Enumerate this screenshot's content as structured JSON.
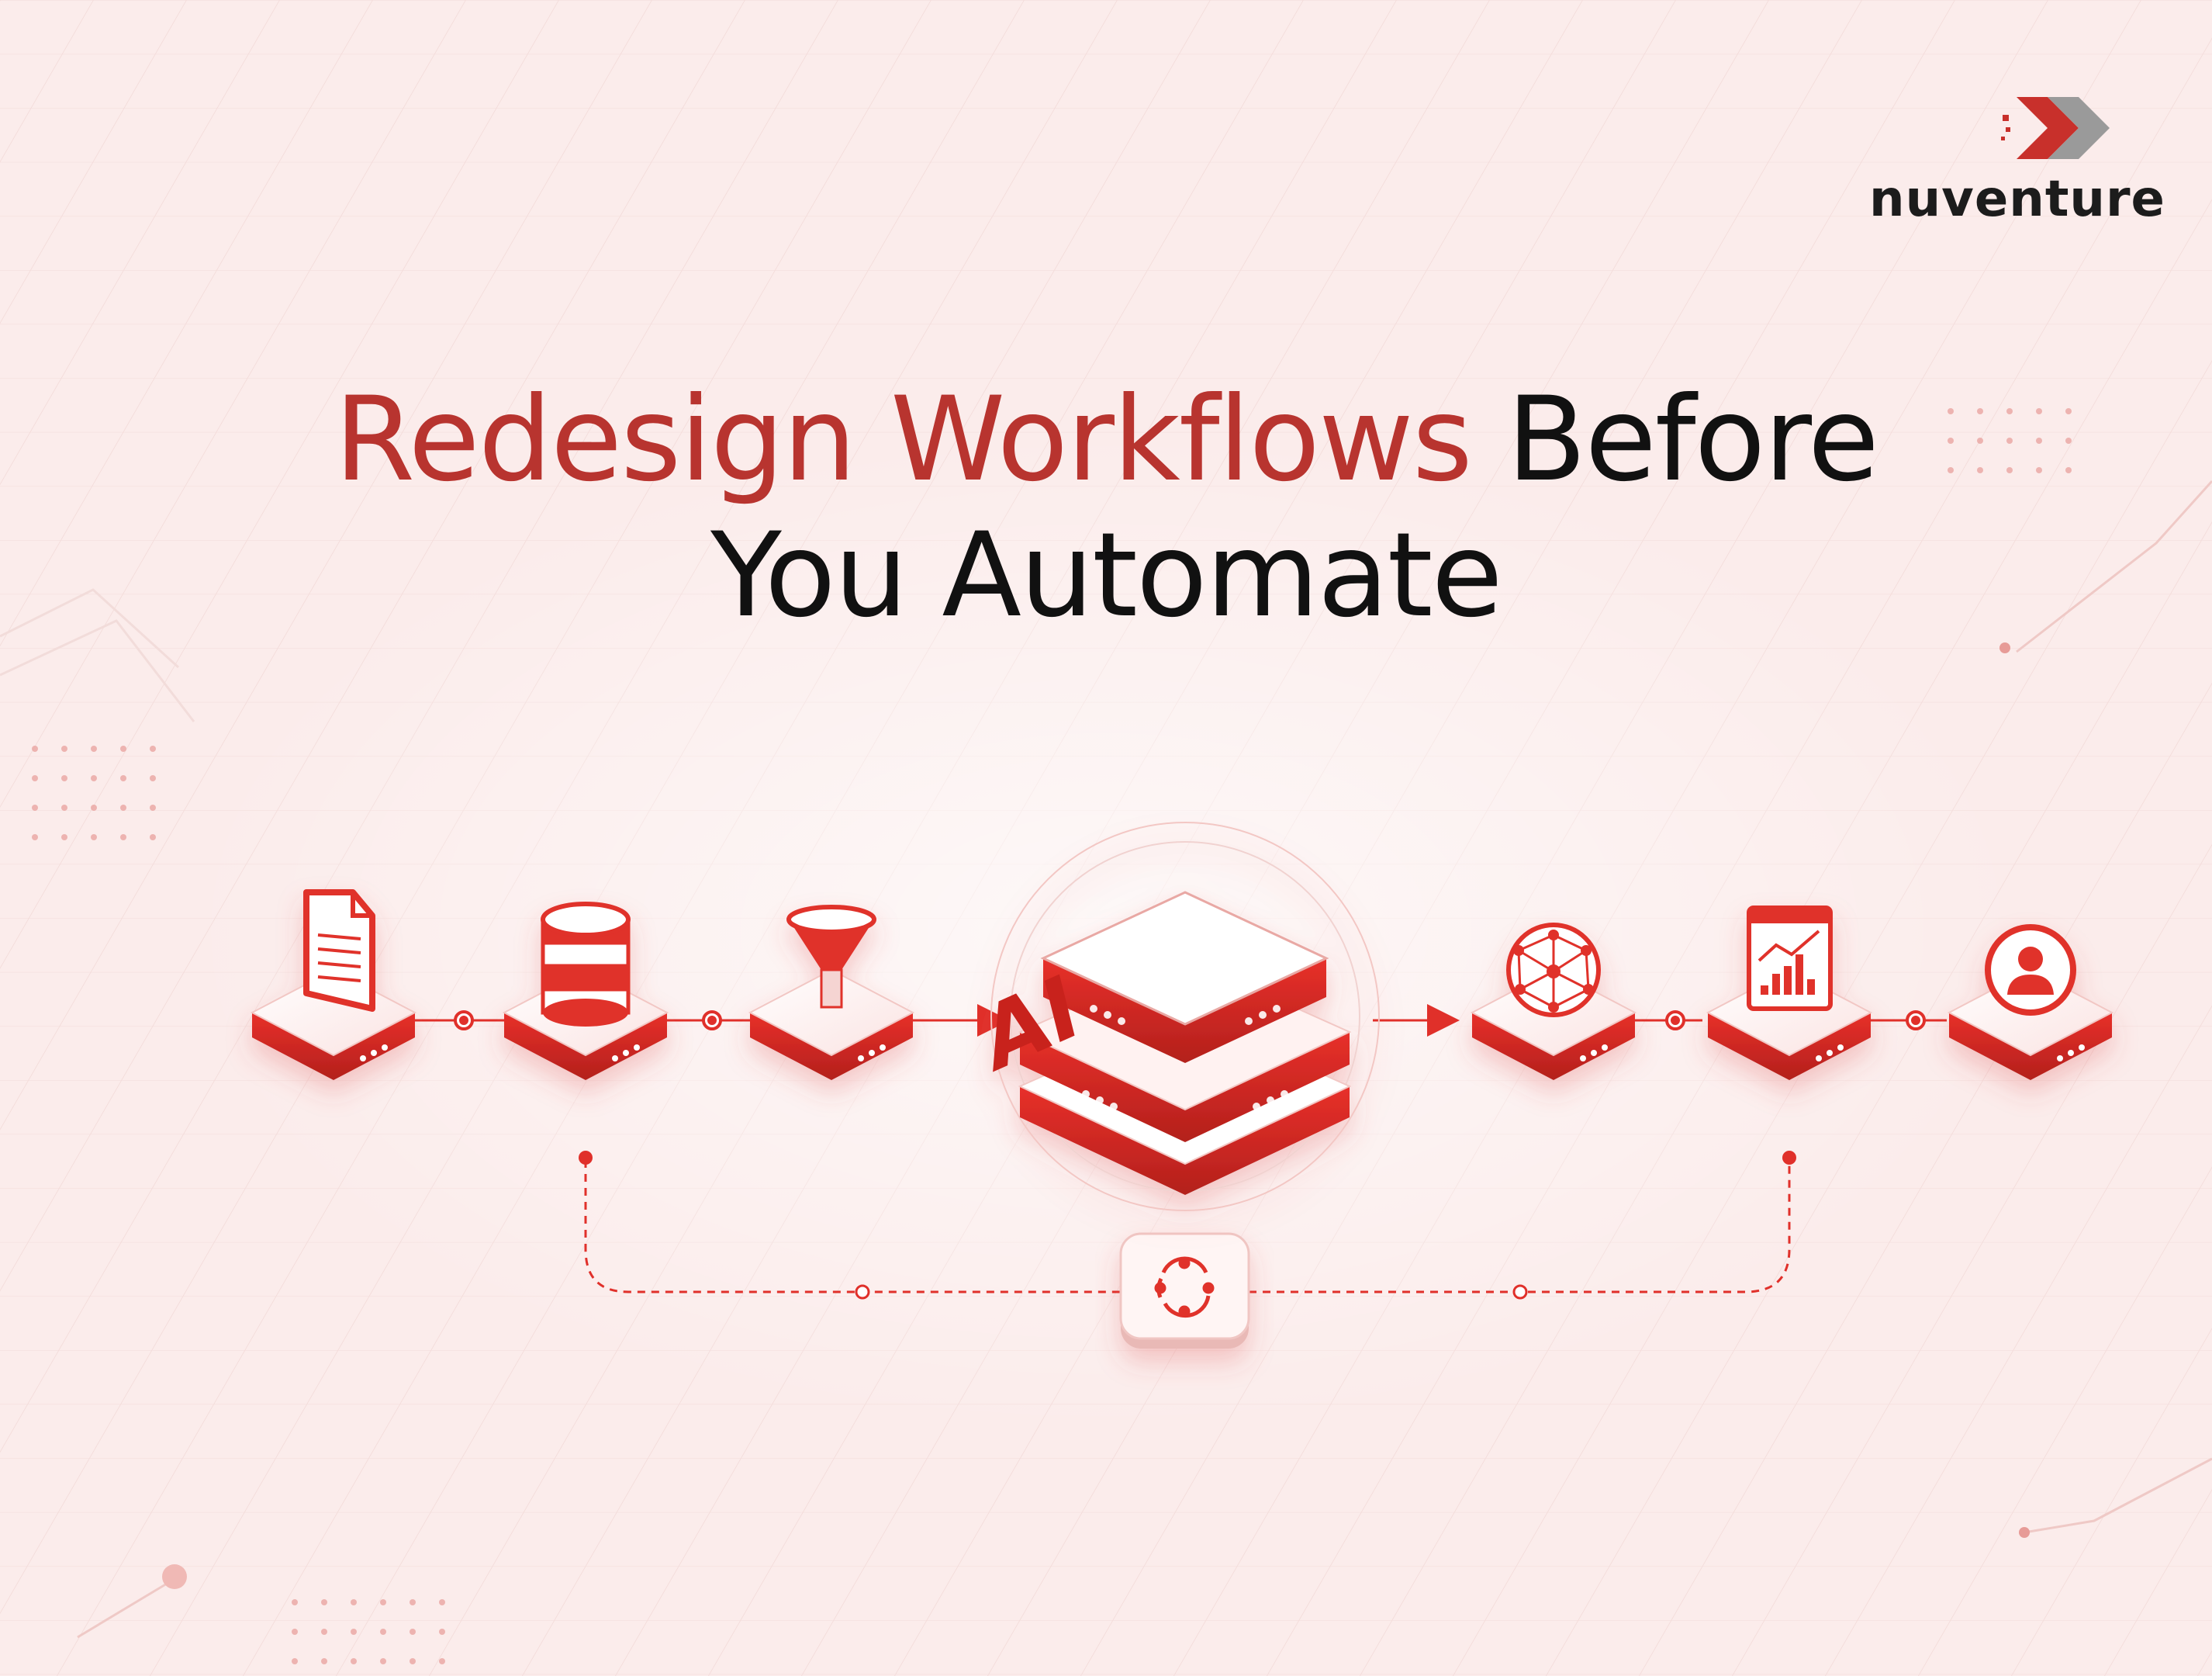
{
  "brand": {
    "name": "nuventure",
    "accent_color": "#c8302b",
    "dark_color": "#2a2a2a",
    "logo_icon": "double-chevron-icon"
  },
  "headline": {
    "accent": "Redesign Workflows",
    "rest_line1": "Before",
    "line2": "You Automate"
  },
  "workflow": {
    "top_row_stages": [
      {
        "id": "document",
        "icon": "document-icon"
      },
      {
        "id": "database",
        "icon": "database-icon"
      },
      {
        "id": "filter",
        "icon": "funnel-icon"
      },
      {
        "id": "ai",
        "icon": "ai-chip-icon",
        "label": "AI"
      },
      {
        "id": "network",
        "icon": "network-icon"
      },
      {
        "id": "analytics",
        "icon": "analytics-chart-icon"
      },
      {
        "id": "user",
        "icon": "user-icon"
      }
    ],
    "feedback_loop": {
      "icon": "cycle-refresh-icon"
    }
  }
}
